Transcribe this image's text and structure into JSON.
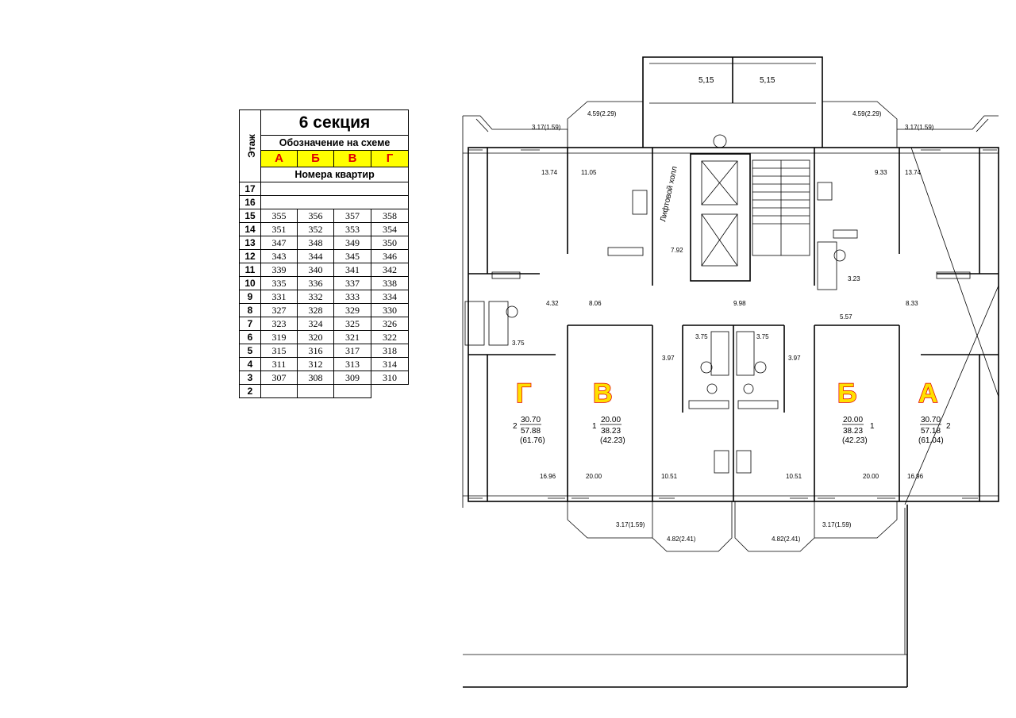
{
  "legend": {
    "title": "6  секция",
    "axis_label": "Этаж",
    "scheme_label": "Обозначение на схеме",
    "letters": [
      "А",
      "Б",
      "В",
      "Г"
    ],
    "numbers_label": "Номера квартир",
    "floors": [
      {
        "floor": "17",
        "apts": [
          "",
          "",
          "",
          ""
        ]
      },
      {
        "floor": "16",
        "apts": [
          "",
          "",
          "",
          ""
        ]
      },
      {
        "floor": "15",
        "apts": [
          "355",
          "356",
          "357",
          "358"
        ]
      },
      {
        "floor": "14",
        "apts": [
          "351",
          "352",
          "353",
          "354"
        ]
      },
      {
        "floor": "13",
        "apts": [
          "347",
          "348",
          "349",
          "350"
        ]
      },
      {
        "floor": "12",
        "apts": [
          "343",
          "344",
          "345",
          "346"
        ]
      },
      {
        "floor": "11",
        "apts": [
          "339",
          "340",
          "341",
          "342"
        ]
      },
      {
        "floor": "10",
        "apts": [
          "335",
          "336",
          "337",
          "338"
        ]
      },
      {
        "floor": "9",
        "apts": [
          "331",
          "332",
          "333",
          "334"
        ]
      },
      {
        "floor": "8",
        "apts": [
          "327",
          "328",
          "329",
          "330"
        ]
      },
      {
        "floor": "7",
        "apts": [
          "323",
          "324",
          "325",
          "326"
        ]
      },
      {
        "floor": "6",
        "apts": [
          "319",
          "320",
          "321",
          "322"
        ]
      },
      {
        "floor": "5",
        "apts": [
          "315",
          "316",
          "317",
          "318"
        ]
      },
      {
        "floor": "4",
        "apts": [
          "311",
          "312",
          "313",
          "314"
        ]
      },
      {
        "floor": "3",
        "apts": [
          "307",
          "308",
          "309",
          "310"
        ]
      },
      {
        "floor": "2",
        "apts": [
          "",
          "",
          "",
          ""
        ]
      }
    ]
  },
  "plan": {
    "hall_label": "Лифтовой холл",
    "apartment_letters": {
      "G": "Г",
      "V": "В",
      "B": "Б",
      "A": "А"
    },
    "balconies": {
      "top_left_small": "3.17(1.59)",
      "top_left": "4.59(2.29)",
      "top_center_left": "5,15",
      "top_center_right": "5,15",
      "top_right": "4.59(2.29)",
      "top_right_small": "3.17(1.59)",
      "bottom_left": "3.17(1.59)",
      "bottom_center_left": "4.82(2.41)",
      "bottom_center_right": "4.82(2.41)",
      "bottom_right": "3.17(1.59)"
    },
    "rooms": {
      "r_1374_l": "13.74",
      "r_1105": "11.05",
      "r_792": "7.92",
      "r_933": "9.33",
      "r_1374_r": "13.74",
      "r_323": "3.23",
      "r_432": "4.32",
      "r_806": "8.06",
      "r_998": "9.98",
      "r_557": "5.57",
      "r_833": "8.33",
      "r_375_l": "3.75",
      "r_375_cl": "3.75",
      "r_375_cr": "3.75",
      "r_397_l": "3.97",
      "r_397_r": "3.97",
      "r_1696_l": "16.96",
      "r_2000_vl": "20.00",
      "r_1051_l": "10.51",
      "r_1051_r": "10.51",
      "r_2000_br": "20.00",
      "r_1696_r": "16.96"
    },
    "apt_g": {
      "rooms": "2",
      "living": "30.70",
      "total": "57.88",
      "total_balc": "(61.76)"
    },
    "apt_v": {
      "rooms": "1",
      "living": "20.00",
      "total": "38.23",
      "total_balc": "(42.23)"
    },
    "apt_b": {
      "rooms": "1",
      "living": "20.00",
      "total": "38.23",
      "total_balc": "(42.23)"
    },
    "apt_a": {
      "rooms": "2",
      "living": "30.70",
      "total": "57.18",
      "total_balc": "(61.04)"
    }
  }
}
